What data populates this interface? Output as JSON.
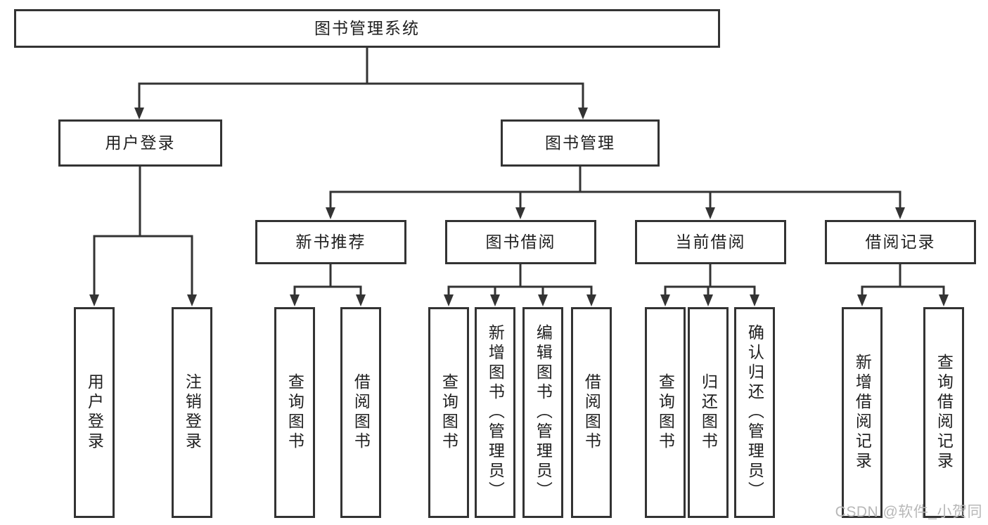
{
  "diagram": {
    "root": {
      "label": "图书管理系统",
      "children": [
        {
          "label": "用户登录",
          "children": [
            {
              "label": "用户登录"
            },
            {
              "label": "注销登录"
            }
          ]
        },
        {
          "label": "图书管理",
          "children": [
            {
              "label": "新书推荐",
              "children": [
                {
                  "label": "查询图书"
                },
                {
                  "label": "借阅图书"
                }
              ]
            },
            {
              "label": "图书借阅",
              "children": [
                {
                  "label": "查询图书"
                },
                {
                  "label": "新增图书（管理员）"
                },
                {
                  "label": "编辑图书（管理员）"
                },
                {
                  "label": "借阅图书"
                }
              ]
            },
            {
              "label": "当前借阅",
              "children": [
                {
                  "label": "查询图书"
                },
                {
                  "label": "归还图书"
                },
                {
                  "label": "确认归还（管理员）"
                }
              ]
            },
            {
              "label": "借阅记录",
              "children": [
                {
                  "label": "新增借阅记录"
                },
                {
                  "label": "查询借阅记录"
                }
              ]
            }
          ]
        }
      ]
    },
    "line_color": "#333333",
    "text_color": "#1f1f1f",
    "background_color": "#ffffff"
  },
  "watermark": {
    "text": "CSDN @软件_小贺同学",
    "color": "#b8b8b8"
  }
}
